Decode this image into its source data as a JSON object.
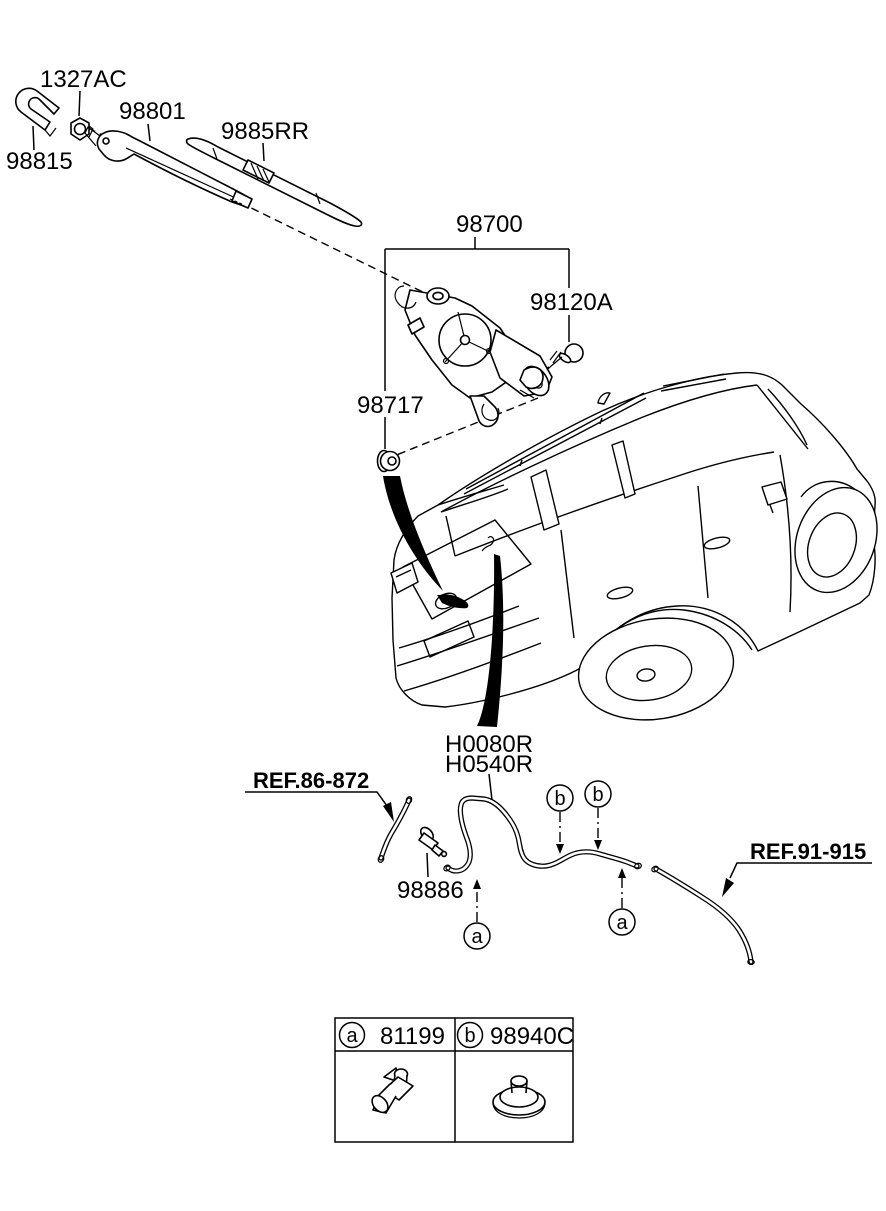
{
  "figure": {
    "parts": {
      "nut": "1327AC",
      "cap": "98815",
      "arm": "98801",
      "blade": "9885RR",
      "motor": "98700",
      "pad": "98120A",
      "grommet": "98717",
      "hose_a": "H0080R",
      "hose_b": "H0540R",
      "connector": "98886",
      "ref_front": "REF.86-872",
      "ref_trim": "REF.91-915"
    },
    "callouts": {
      "a": "a",
      "b": "b"
    },
    "legend": {
      "a_part": "81199",
      "b_part": "98940C"
    },
    "colors": {
      "line": "#000000",
      "background": "#ffffff"
    }
  }
}
